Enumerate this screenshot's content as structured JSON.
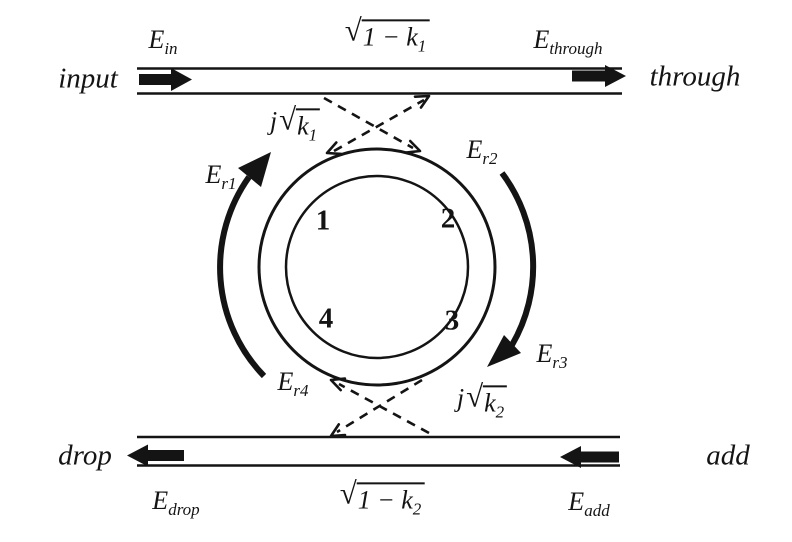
{
  "colors": {
    "ink": "#141414",
    "background": "#ffffff"
  },
  "ports": {
    "input": {
      "name": "input"
    },
    "through": {
      "name": "through"
    },
    "drop": {
      "name": "drop"
    },
    "add": {
      "name": "add"
    }
  },
  "field_labels": {
    "in": {
      "base": "E",
      "sub": "in"
    },
    "through": {
      "base": "E",
      "sub": "through"
    },
    "drop": {
      "base": "E",
      "sub": "drop"
    },
    "add": {
      "base": "E",
      "sub": "add"
    },
    "r1": {
      "base": "E",
      "sub": "r1"
    },
    "r2": {
      "base": "E",
      "sub": "r2"
    },
    "r3": {
      "base": "E",
      "sub": "r3"
    },
    "r4": {
      "base": "E",
      "sub": "r4"
    }
  },
  "coupling_labels": {
    "top_bar": {
      "prefix": "",
      "sqrt": "√",
      "radicand": "1 − k",
      "sub": "1"
    },
    "top_cross": {
      "prefix": "j",
      "sqrt": "√",
      "radicand": "k",
      "sub": "1"
    },
    "bottom_bar": {
      "prefix": "",
      "sqrt": "√",
      "radicand": "1 − k",
      "sub": "2"
    },
    "bottom_cross": {
      "prefix": "j",
      "sqrt": "√",
      "radicand": "k",
      "sub": "2"
    }
  },
  "ring_markers": {
    "p1": "1",
    "p2": "2",
    "p3": "3",
    "p4": "4"
  }
}
